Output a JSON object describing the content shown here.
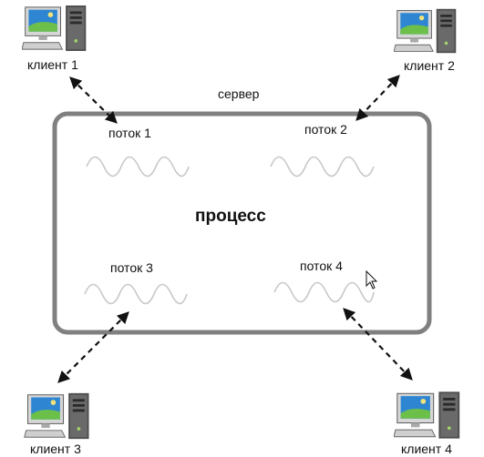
{
  "server": {
    "label": "сервер",
    "process_label": "процесс"
  },
  "threads": [
    {
      "label": "поток 1"
    },
    {
      "label": "поток 2"
    },
    {
      "label": "поток 3"
    },
    {
      "label": "поток 4"
    }
  ],
  "clients": [
    {
      "label": "клиент 1",
      "icon": "computer-icon"
    },
    {
      "label": "клиент 2",
      "icon": "computer-icon"
    },
    {
      "label": "клиент 3",
      "icon": "computer-icon"
    },
    {
      "label": "клиент 4",
      "icon": "computer-icon"
    }
  ],
  "colors": {
    "server_box": "#808080",
    "wave": "#c8c8c8",
    "arrow": "#111111",
    "screen": "#1f7fc8",
    "case": "#5a5a5a"
  }
}
